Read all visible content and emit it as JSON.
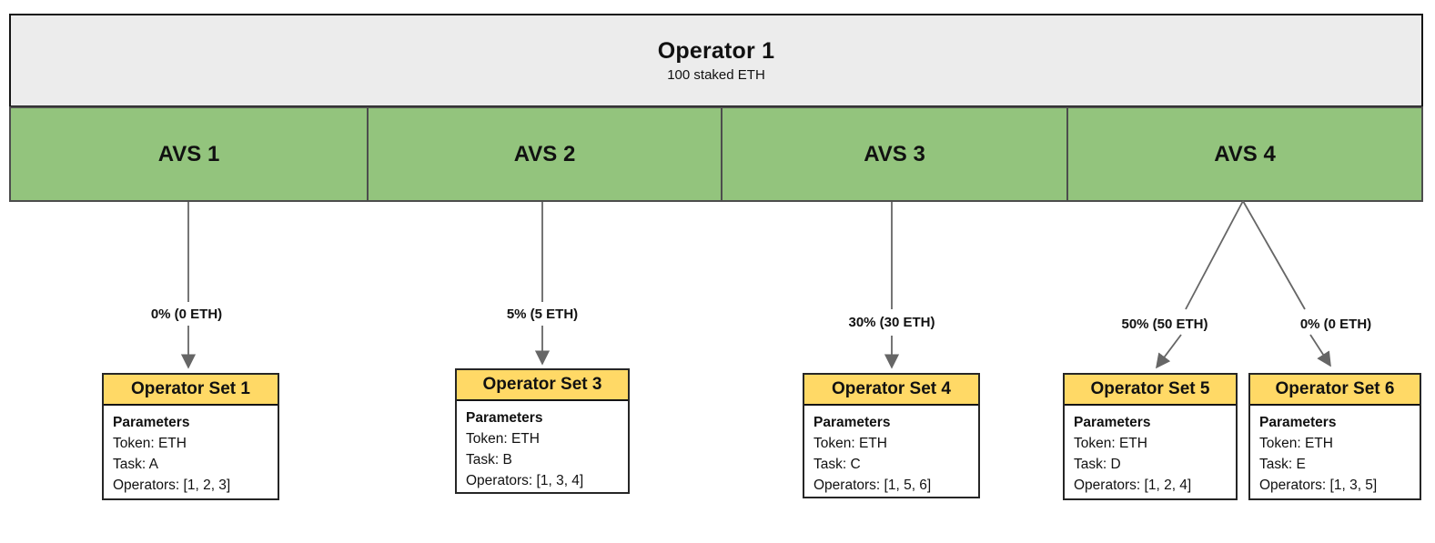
{
  "operator": {
    "title": "Operator 1",
    "subtitle": "100 staked ETH"
  },
  "avs": {
    "cells": [
      {
        "label": "AVS 1"
      },
      {
        "label": "AVS 2"
      },
      {
        "label": "AVS 3"
      },
      {
        "label": "AVS 4"
      }
    ]
  },
  "allocations": [
    {
      "label": "0% (0 ETH)",
      "from": "AVS 1",
      "to": "Operator Set 1"
    },
    {
      "label": "5% (5 ETH)",
      "from": "AVS 2",
      "to": "Operator Set 3"
    },
    {
      "label": "30% (30 ETH)",
      "from": "AVS 3",
      "to": "Operator Set 4"
    },
    {
      "label": "50% (50 ETH)",
      "from": "AVS 4",
      "to": "Operator Set 5"
    },
    {
      "label": "0% (0 ETH)",
      "from": "AVS 4",
      "to": "Operator Set 6"
    }
  ],
  "operator_sets": [
    {
      "title": "Operator Set 1",
      "params_heading": "Parameters",
      "token": "Token: ETH",
      "task": "Task: A",
      "operators": "Operators: [1, 2, 3]"
    },
    {
      "title": "Operator Set 3",
      "params_heading": "Parameters",
      "token": "Token: ETH",
      "task": "Task: B",
      "operators": "Operators: [1, 3, 4]"
    },
    {
      "title": "Operator Set 4",
      "params_heading": "Parameters",
      "token": "Token: ETH",
      "task": "Task: C",
      "operators": "Operators: [1, 5, 6]"
    },
    {
      "title": "Operator Set 5",
      "params_heading": "Parameters",
      "token": "Token: ETH",
      "task": "Task: D",
      "operators": "Operators: [1, 2, 4]"
    },
    {
      "title": "Operator Set 6",
      "params_heading": "Parameters",
      "token": "Token: ETH",
      "task": "Task: E",
      "operators": "Operators: [1, 3, 5]"
    }
  ],
  "colors": {
    "operator_bg": "#ececec",
    "avs_green": "#93c47d",
    "set_header_yellow": "#ffd966",
    "arrow_grey": "#666666",
    "border_dark": "#151515"
  }
}
